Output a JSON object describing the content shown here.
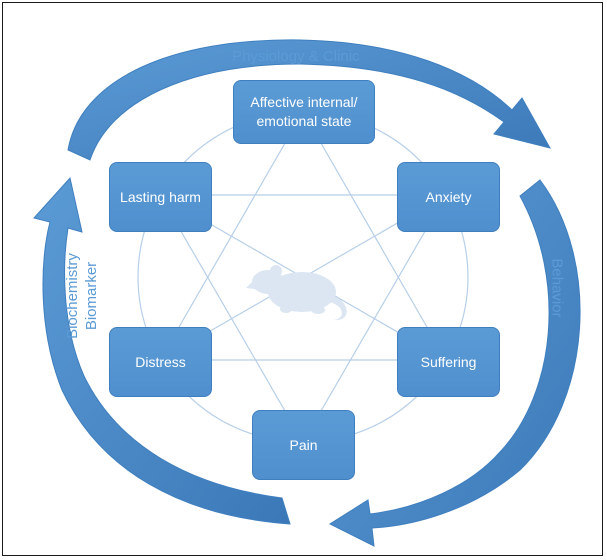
{
  "nodes": {
    "affective": "Affective internal/\nemotional state",
    "anxiety": "Anxiety",
    "suffering": "Suffering",
    "pain": "Pain",
    "distress": "Distress",
    "lasting_harm": "Lasting harm"
  },
  "cycle_labels": {
    "top": "Physiology & Clinic",
    "right": "Behavior",
    "left_line1": "Biochemistry",
    "left_line2": "Biomarker"
  },
  "center_icon": "rat-icon",
  "colors": {
    "box_fill": "#5b9bd5",
    "arrow": "#4a86c5",
    "lines": "#b7cfe8",
    "label_text": "#5b9bd5"
  }
}
